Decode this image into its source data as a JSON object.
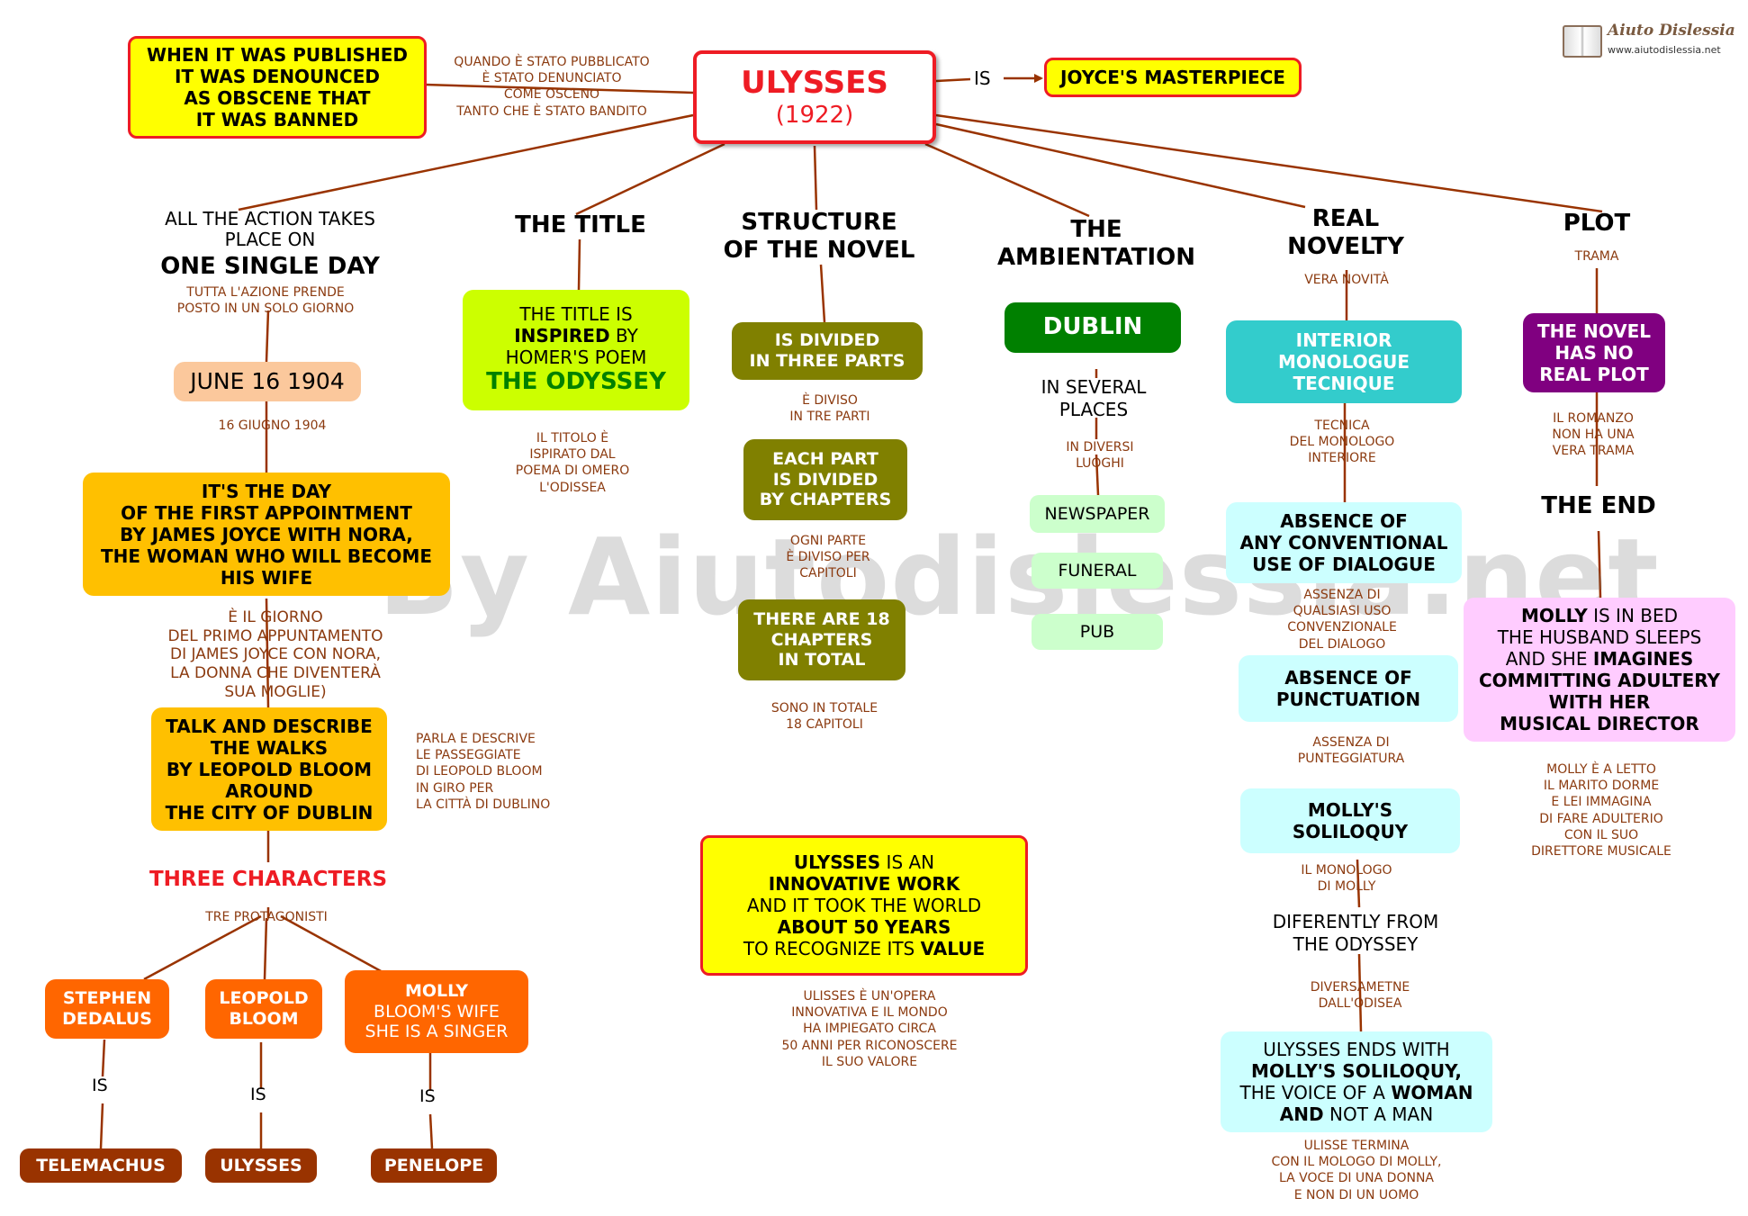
{
  "title": {
    "line1": "ULYSSES",
    "line2": "(1922)"
  },
  "logo": {
    "name": "Aiuto Dislessia",
    "url": "www.aiutodislessia.net"
  },
  "watermark": "By Aiutodislessia.net",
  "published": {
    "text": [
      "WHEN IT WAS PUBLISHED",
      "IT WAS DENOUNCED",
      "AS OBSCENE  THAT",
      "IT WAS BANNED"
    ],
    "it": [
      "QUANDO È STATO PUBBLICATO",
      "È STATO DENUNCIATO",
      "COME OSCENO",
      "TANTO CHE È STATO BANDITO"
    ]
  },
  "is_label": "IS",
  "masterpiece": "JOYCE'S MASTERPIECE",
  "single_day": {
    "text": [
      "ALL THE ACTION TAKES",
      "PLACE ON"
    ],
    "bold": "ONE SINGLE DAY",
    "it": [
      "TUTTA L'AZIONE PRENDE",
      "POSTO IN UN SOLO GIORNO"
    ],
    "date": "JUNE 16 1904",
    "date_it": "16 GIUGNO 1904",
    "appointment": [
      "IT'S THE DAY",
      "OF THE FIRST APPOINTMENT",
      "BY JAMES JOYCE WITH NORA,",
      "THE WOMAN WHO WILL BECOME",
      "HIS WIFE"
    ],
    "appointment_it": [
      "È IL GIORNO",
      "DEL PRIMO APPUNTAMENTO",
      "DI JAMES JOYCE CON NORA,",
      "LA DONNA CHE DIVENTERÀ",
      "SUA MOGLIE)"
    ],
    "walks": [
      "TALK AND DESCRIBE",
      "THE WALKS",
      "BY LEOPOLD BLOOM",
      "AROUND",
      "THE CITY OF DUBLIN"
    ],
    "walks_it": [
      "PARLA E DESCRIVE",
      "LE  PASSEGGIATE",
      "DI LEOPOLD BLOOM",
      "IN GIRO PER",
      "LA CITTÀ DI DUBLINO"
    ]
  },
  "characters": {
    "title": "THREE CHARACTERS",
    "title_it": "TRE PROTAGONISTI",
    "stephen": [
      "STEPHEN",
      "DEDALUS"
    ],
    "leopold": [
      "LEOPOLD",
      "BLOOM"
    ],
    "molly": [
      "MOLLY",
      "BLOOM'S WIFE",
      "SHE IS A SINGER"
    ],
    "telemachus": "TELEMACHUS",
    "ulysses": "ULYSSES",
    "penelope": "PENELOPE"
  },
  "title_branch": {
    "heading": "THE TITLE",
    "box": [
      "THE TITLE IS",
      "INSPIRED",
      "BY",
      "HOMER'S POEM",
      "THE ODYSSEY"
    ],
    "it": [
      "IL TITOLO È",
      "ISPIRATO DAL",
      "POEMA DI OMERO",
      "L'ODISSEA"
    ]
  },
  "structure": {
    "heading": [
      "STRUCTURE",
      "OF THE NOVEL"
    ],
    "parts": [
      "IS DIVIDED",
      "IN THREE PARTS"
    ],
    "parts_it": [
      "È DIVISO",
      "IN  TRE PARTI"
    ],
    "chapters": [
      "EACH PART",
      "IS DIVIDED",
      "BY CHAPTERS"
    ],
    "chapters_it": [
      "OGNI PARTE",
      "È DIVISO PER",
      "CAPITOLI"
    ],
    "total": [
      "THERE ARE 18",
      "CHAPTERS",
      "IN TOTAL"
    ],
    "total_it": [
      "SONO IN TOTALE",
      "18   CAPITOLI"
    ]
  },
  "innovative": {
    "box": [
      "ULYSSES",
      "IS AN",
      "INNOVATIVE WORK",
      "AND IT TOOK THE WORLD",
      "ABOUT 50 YEARS",
      "TO RECOGNIZE ITS",
      "VALUE"
    ],
    "it": [
      "ULISSES È UN'OPERA",
      "INNOVATIVA E IL MONDO",
      "HA IMPIEGATO CIRCA",
      "50 ANNI PER RICONOSCERE",
      "IL SUO VALORE"
    ]
  },
  "ambientation": {
    "heading": [
      "THE",
      "AMBIENTATION"
    ],
    "dublin": "DUBLIN",
    "places": [
      "IN SEVERAL",
      "PLACES"
    ],
    "places_it": [
      "IN DIVERSI",
      "LUOGHI"
    ],
    "newspaper": "NEWSPAPER",
    "funeral": "FUNERAL",
    "pub": "PUB"
  },
  "novelty": {
    "heading": [
      "REAL",
      "NOVELTY"
    ],
    "heading_it": "VERA NOVITÀ",
    "monologue": [
      "INTERIOR",
      "MONOLOGUE",
      "TECNIQUE"
    ],
    "monologue_it": [
      "TECNICA",
      "DEL MONOLOGO",
      "INTERIORE"
    ],
    "dialogue": [
      "ABSENCE OF",
      "ANY CONVENTIONAL",
      "USE OF DIALOGUE"
    ],
    "dialogue_it": [
      "ASSENZA DI",
      "QUALSIASI USO",
      "CONVENZIONALE",
      "DEL DIALOGO"
    ],
    "punctuation": [
      "ABSENCE OF",
      "PUNCTUATION"
    ],
    "punctuation_it": [
      "ASSENZA DI",
      "PUNTEGGIATURA"
    ],
    "soliloquy": [
      "MOLLY'S",
      "SOLILOQUY"
    ],
    "soliloquy_it": [
      "IL MONOLOGO",
      "DI MOLLY"
    ],
    "different": [
      "DIFERENTLY FROM",
      "THE ODYSSEY"
    ],
    "different_it": [
      "DIVERSAMETNE",
      "DALL'ODISEA"
    ],
    "ends": [
      "ULYSSES ENDS WITH",
      "MOLLY'S SOLILOQUY,",
      "THE VOICE OF A",
      "WOMAN",
      "AND",
      "NOT A MAN"
    ],
    "ends_it": [
      "ULISSE TERMINA",
      "CON IL MOLOGO DI MOLLY,",
      "LA VOCE DI UNA DONNA",
      "E NON DI UN UOMO"
    ]
  },
  "plot": {
    "heading": "PLOT",
    "heading_it": "TRAMA",
    "box": [
      "THE NOVEL",
      "HAS NO",
      "REAL PLOT"
    ],
    "box_it": [
      "IL ROMANZO",
      "NON  HA UNA",
      "VERA TRAMA"
    ],
    "end": "THE END",
    "molly": [
      "MOLLY",
      "IS IN BED",
      "THE HUSBAND SLEEPS",
      "AND SHE",
      "IMAGINES",
      "COMMITTING ADULTERY",
      "WITH HER",
      "MUSICAL DIRECTOR"
    ],
    "molly_it": [
      "MOLLY È A LETTO",
      "IL MARITO DORME",
      "E LEI IMMAGINA",
      "DI FARE ADULTERIO",
      "CON IL SUO",
      "DIRETTORE MUSICALE"
    ]
  },
  "colors": {
    "red": "#ee1c24",
    "yellow": "#ffff00",
    "amber": "#ffc000",
    "peach": "#fbc89c",
    "lime": "#ccff00",
    "olive": "#808000",
    "green": "#008000",
    "mint": "#ccffcc",
    "teal": "#33cccc",
    "cyan": "#ccffff",
    "purple": "#800080",
    "pink": "#ffccff",
    "orange": "#ff6600",
    "brown": "#993300",
    "line": "#993300",
    "italian": "#8b3a0f"
  }
}
